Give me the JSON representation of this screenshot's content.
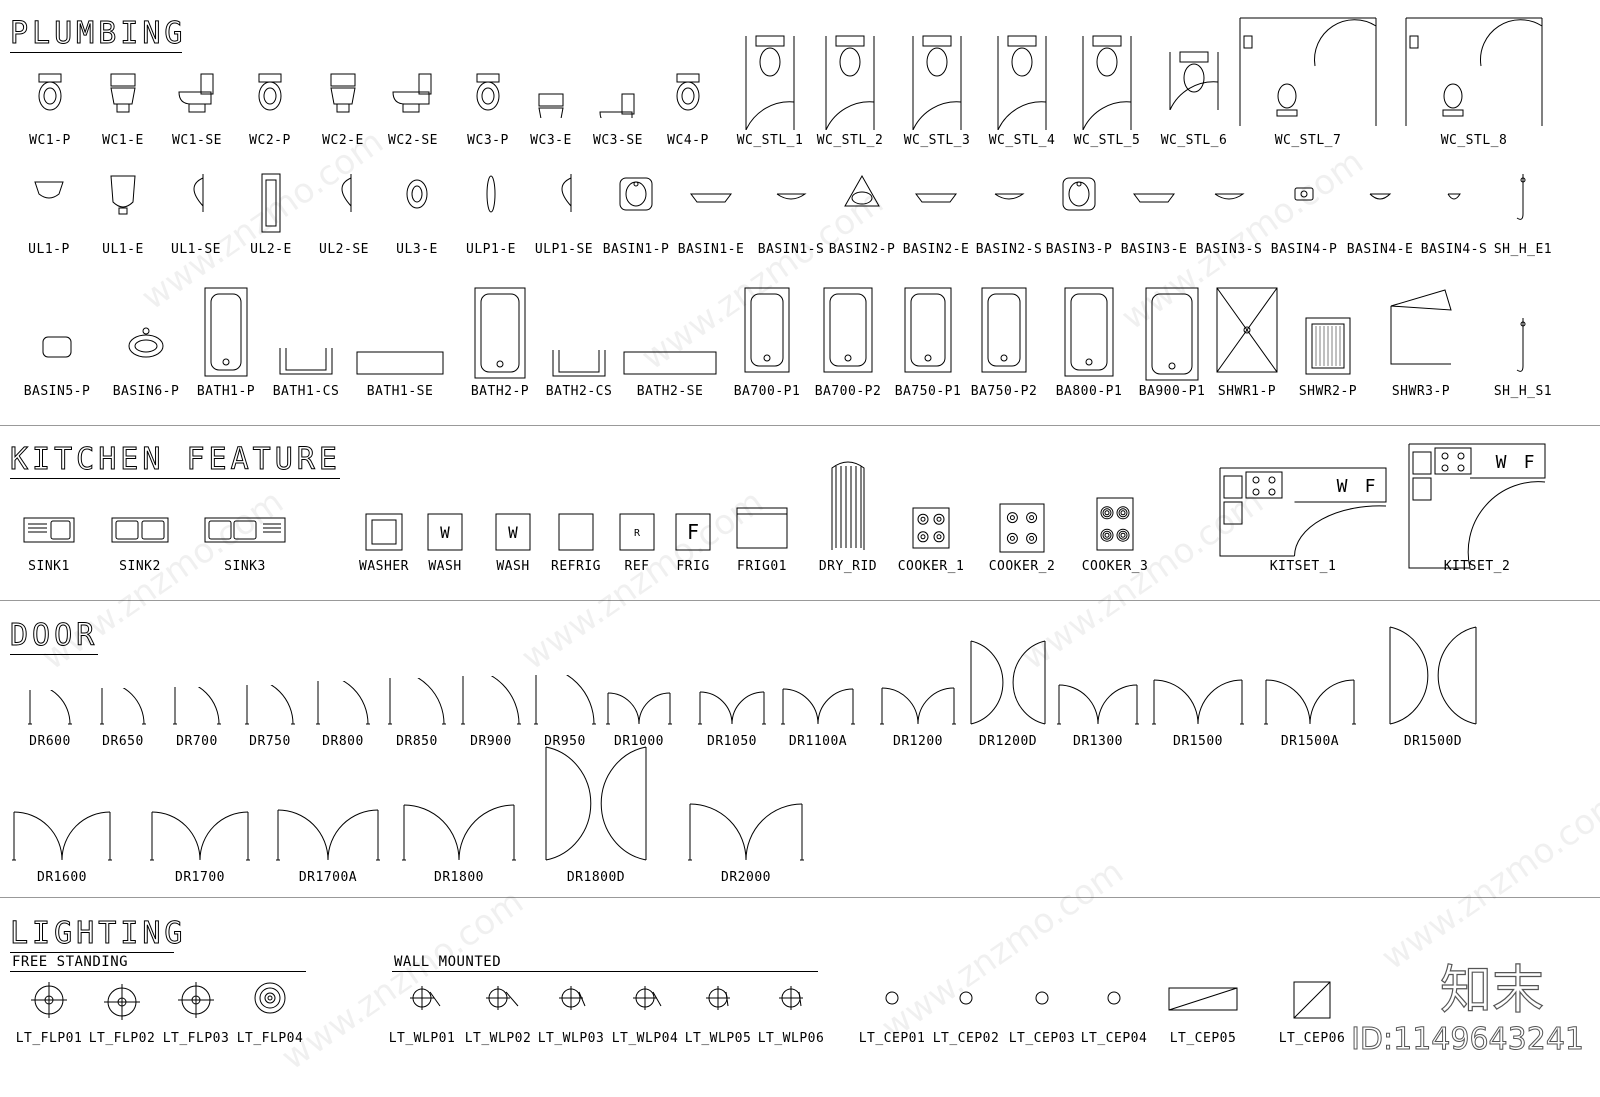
{
  "sections": {
    "plumbing": "PLUMBING",
    "kitchen": "KITCHEN FEATURE",
    "door": "DOOR",
    "lighting": "LIGHTING",
    "free_standing": "FREE STANDING",
    "wall_mounted": "WALL MOUNTED"
  },
  "watermark": {
    "logo": "知末",
    "id": "ID:1149643241",
    "text": "www.znzmo.com"
  },
  "plumbing_row1": [
    {
      "label": "WC1-P",
      "icon": "wc-plan-icon"
    },
    {
      "label": "WC1-E",
      "icon": "wc-elevation-icon"
    },
    {
      "label": "WC1-SE",
      "icon": "wc-side-icon"
    },
    {
      "label": "WC2-P",
      "icon": "wc-plan-icon"
    },
    {
      "label": "WC2-E",
      "icon": "wc-elevation-icon"
    },
    {
      "label": "WC2-SE",
      "icon": "wc-side-icon"
    },
    {
      "label": "WC3-P",
      "icon": "wc-plan-icon"
    },
    {
      "label": "WC3-E",
      "icon": "wc-elevation-icon"
    },
    {
      "label": "WC3-SE",
      "icon": "wc-side-icon"
    },
    {
      "label": "WC4-P",
      "icon": "wc-plan-icon"
    },
    {
      "label": "WC_STL_1",
      "icon": "wc-stall-icon"
    },
    {
      "label": "WC_STL_2",
      "icon": "wc-stall-icon"
    },
    {
      "label": "WC_STL_3",
      "icon": "wc-stall-icon"
    },
    {
      "label": "WC_STL_4",
      "icon": "wc-stall-icon"
    },
    {
      "label": "WC_STL_5",
      "icon": "wc-stall-icon"
    },
    {
      "label": "WC_STL_6",
      "icon": "wc-stall-icon"
    },
    {
      "label": "WC_STL_7",
      "icon": "wc-room-icon"
    },
    {
      "label": "WC_STL_8",
      "icon": "wc-room-icon"
    }
  ],
  "plumbing_row2": [
    {
      "label": "UL1-P",
      "icon": "urinal-plan-icon"
    },
    {
      "label": "UL1-E",
      "icon": "urinal-elevation-icon"
    },
    {
      "label": "UL1-SE",
      "icon": "urinal-side-icon"
    },
    {
      "label": "UL2-E",
      "icon": "urinal-stall-icon"
    },
    {
      "label": "UL2-SE",
      "icon": "urinal-side-icon"
    },
    {
      "label": "UL3-E",
      "icon": "urinal-oval-icon"
    },
    {
      "label": "ULP1-E",
      "icon": "urinal-slim-icon"
    },
    {
      "label": "ULP1-SE",
      "icon": "urinal-side-icon"
    },
    {
      "label": "BASIN1-P",
      "icon": "basin-plan-icon"
    },
    {
      "label": "BASIN1-E",
      "icon": "basin-elevation-icon"
    },
    {
      "label": "BASIN1-S",
      "icon": "basin-side-icon"
    },
    {
      "label": "BASIN2-P",
      "icon": "basin-corner-icon"
    },
    {
      "label": "BASIN2-E",
      "icon": "basin-elevation-icon"
    },
    {
      "label": "BASIN2-S",
      "icon": "basin-side-icon"
    },
    {
      "label": "BASIN3-P",
      "icon": "basin-plan-icon"
    },
    {
      "label": "BASIN3-E",
      "icon": "basin-elevation-icon"
    },
    {
      "label": "BASIN3-S",
      "icon": "basin-side-icon"
    },
    {
      "label": "BASIN4-P",
      "icon": "basin-small-icon"
    },
    {
      "label": "BASIN4-E",
      "icon": "basin-side-icon"
    },
    {
      "label": "BASIN4-S",
      "icon": "basin-side-icon"
    },
    {
      "label": "SH_H_E1",
      "icon": "shower-head-icon"
    }
  ],
  "plumbing_row3": [
    {
      "label": "BASIN5-P",
      "icon": "basin-rect-icon"
    },
    {
      "label": "BASIN6-P",
      "icon": "basin-ornate-icon"
    },
    {
      "label": "BATH1-P",
      "icon": "bath-plan-icon"
    },
    {
      "label": "BATH1-CS",
      "icon": "bath-section-icon"
    },
    {
      "label": "BATH1-SE",
      "icon": "bath-side-icon"
    },
    {
      "label": "BATH2-P",
      "icon": "bath-plan-icon"
    },
    {
      "label": "BATH2-CS",
      "icon": "bath-section-icon"
    },
    {
      "label": "BATH2-SE",
      "icon": "bath-side-icon"
    },
    {
      "label": "BA700-P1",
      "icon": "bath-plan-icon"
    },
    {
      "label": "BA700-P2",
      "icon": "bath-plan-icon"
    },
    {
      "label": "BA750-P1",
      "icon": "bath-plan-icon"
    },
    {
      "label": "BA750-P2",
      "icon": "bath-plan-icon"
    },
    {
      "label": "BA800-P1",
      "icon": "bath-plan-icon"
    },
    {
      "label": "BA900-P1",
      "icon": "bath-plan-icon"
    },
    {
      "label": "SHWR1-P",
      "icon": "shower-tray-icon"
    },
    {
      "label": "SHWR2-P",
      "icon": "shower-grid-icon"
    },
    {
      "label": "SHWR3-P",
      "icon": "shower-screen-icon"
    },
    {
      "label": "SH_H_S1",
      "icon": "shower-head-icon"
    }
  ],
  "kitchen": [
    {
      "label": "SINK1",
      "icon": "sink-single-icon"
    },
    {
      "label": "SINK2",
      "icon": "sink-double-icon"
    },
    {
      "label": "SINK3",
      "icon": "sink-triple-icon"
    },
    {
      "label": "WASHER",
      "icon": "washer-icon"
    },
    {
      "label": "WASH",
      "icon": "wash-w-icon"
    },
    {
      "label": "WASH",
      "icon": "wash-w-icon"
    },
    {
      "label": "REFRIG",
      "icon": "fridge-icon"
    },
    {
      "label": "REF",
      "icon": "fridge-r-icon"
    },
    {
      "label": "FRIG",
      "icon": "fridge-f-icon"
    },
    {
      "label": "FRIG01",
      "icon": "fridge-wide-icon"
    },
    {
      "label": "DRY_RID",
      "icon": "dryrack-icon"
    },
    {
      "label": "COOKER_1",
      "icon": "cooker-icon"
    },
    {
      "label": "COOKER_2",
      "icon": "cooker-icon"
    },
    {
      "label": "COOKER_3",
      "icon": "cooker-ornate-icon"
    },
    {
      "label": "KITSET_1",
      "icon": "kitchenset-icon"
    },
    {
      "label": "KITSET_2",
      "icon": "kitchenset-icon"
    },
    {
      "letter_w": "W",
      "letter_f": "F",
      "letter_r": "R"
    }
  ],
  "doors_row1": [
    {
      "label": "DR600"
    },
    {
      "label": "DR650"
    },
    {
      "label": "DR700"
    },
    {
      "label": "DR750"
    },
    {
      "label": "DR800"
    },
    {
      "label": "DR850"
    },
    {
      "label": "DR900"
    },
    {
      "label": "DR950"
    },
    {
      "label": "DR1000"
    },
    {
      "label": "DR1050"
    },
    {
      "label": "DR1100A"
    },
    {
      "label": "DR1200"
    },
    {
      "label": "DR1200D"
    },
    {
      "label": "DR1300"
    },
    {
      "label": "DR1500"
    },
    {
      "label": "DR1500A"
    },
    {
      "label": "DR1500D"
    }
  ],
  "doors_row2": [
    {
      "label": "DR1600"
    },
    {
      "label": "DR1700"
    },
    {
      "label": "DR1700A"
    },
    {
      "label": "DR1800"
    },
    {
      "label": "DR1800D"
    },
    {
      "label": "DR2000"
    }
  ],
  "lighting": [
    {
      "label": "LT_FLP01",
      "icon": "floor-lamp-icon"
    },
    {
      "label": "LT_FLP02",
      "icon": "floor-lamp-icon"
    },
    {
      "label": "LT_FLP03",
      "icon": "floor-lamp-icon"
    },
    {
      "label": "LT_FLP04",
      "icon": "floor-lamp-ornate-icon"
    },
    {
      "label": "LT_WLP01",
      "icon": "wall-lamp-icon"
    },
    {
      "label": "LT_WLP02",
      "icon": "wall-lamp-icon"
    },
    {
      "label": "LT_WLP03",
      "icon": "wall-lamp-icon"
    },
    {
      "label": "LT_WLP04",
      "icon": "wall-lamp-icon"
    },
    {
      "label": "LT_WLP05",
      "icon": "wall-lamp-icon"
    },
    {
      "label": "LT_WLP06",
      "icon": "wall-lamp-icon"
    },
    {
      "label": "LT_CEP01",
      "icon": "ceiling-lamp-icon"
    },
    {
      "label": "LT_CEP02",
      "icon": "ceiling-lamp-icon"
    },
    {
      "label": "LT_CEP03",
      "icon": "ceiling-lamp-icon"
    },
    {
      "label": "LT_CEP04",
      "icon": "ceiling-lamp-icon"
    },
    {
      "label": "LT_CEP05",
      "icon": "ceiling-panel-icon"
    },
    {
      "label": "LT_CEP06",
      "icon": "ceiling-panel-icon"
    }
  ]
}
